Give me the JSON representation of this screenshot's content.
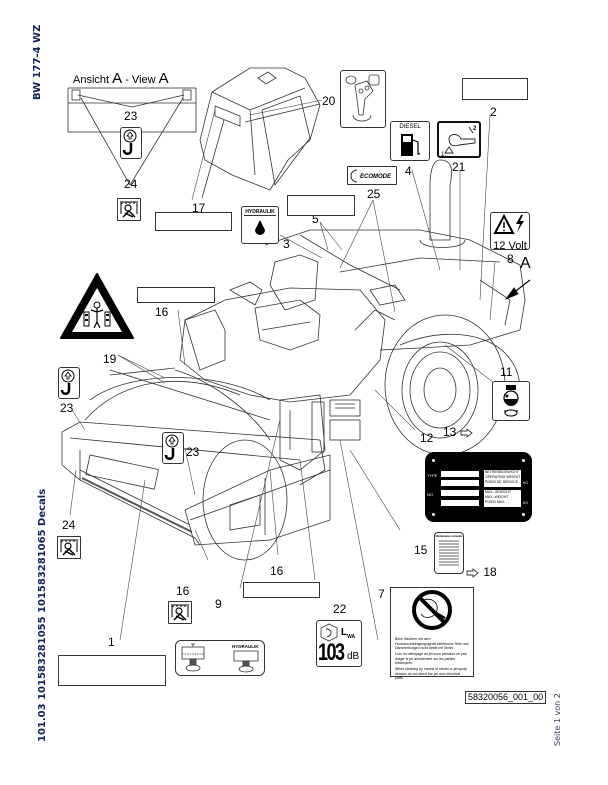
{
  "document": {
    "model_title": "BW 177-4 WZ",
    "side_label": "101.03 101583281055 101583281065 Decals",
    "drawing_number": "58320056_001_00",
    "page_label": "Seite 1 von 2",
    "view_title_prefix": "Ansicht ",
    "view_letter_1": "A",
    "view_title_mid": " - View ",
    "view_letter_2": "A"
  },
  "callouts": {
    "c1": "1",
    "c2": "2",
    "c3": "3",
    "c4": "4",
    "c5": "5",
    "c7": "7",
    "c8": "8",
    "c9": "9",
    "c11": "11",
    "c12": "12",
    "c13": "13",
    "c15": "15",
    "c16a": "16",
    "c16b": "16",
    "c16c": "16",
    "c17": "17",
    "c18": "18",
    "c19": "19",
    "c20": "20",
    "c21": "21",
    "c22": "22",
    "c23a": "23",
    "c23b": "23",
    "c23c": "23",
    "c24a": "24",
    "c24b": "24",
    "c25": "25",
    "view_arrow_label": "A"
  },
  "decals": {
    "diesel": {
      "label": "DIESEL",
      "icon": "fuel-pump-icon"
    },
    "hydraulik_tank": {
      "label": "HYDRAULIK",
      "icon": "oil-drop-icon"
    },
    "ecomode": {
      "label": "ECOMODE",
      "icon": "ecomode-icon"
    },
    "voltage": {
      "label": "12 Volt",
      "icon": "electric-warning-icon"
    },
    "noise": {
      "label_l": "L",
      "label_sub": "WA",
      "value": "103",
      "unit": "dB",
      "icon": "ear-protection-icon"
    },
    "hydraulik_level": {
      "label": "HYDRAULIK",
      "icon": "fluid-level-icon"
    },
    "lever": {
      "step1": "1.",
      "step2": "2",
      "icon": "lever-icon"
    },
    "type_plate": {
      "type_label": "TYPE",
      "no_label": "NO",
      "operating_weight": [
        "BETRIEBSGEWICHT",
        "OPERATING WEIGHT",
        "POIDS DE SERVICE"
      ],
      "max_weight": [
        "MAX. GEWICHT",
        "MAX. WEIGHT",
        "POIDS MAX."
      ],
      "kg1": "KG",
      "kg2": "KG"
    },
    "cleaning_notice": {
      "icon": "no-high-pressure-cleaning-icon",
      "text_de": "Beim Säubern mit dem Hochdruckreinigungsgerät elektrische Teile und Dämmleitungen nicht direkt mit Strahl anwenden.",
      "text_fr": "Lors du nettoyage au jet sous pression ne pas diriger le jet directement sur les parties électriques.",
      "text_en": "When cleaning by means of steam or jet spray devices do not direct the jet onto electrical parts."
    },
    "lubrication_plan_title": "Maintenance schedule"
  },
  "colors": {
    "side_text": "#12225a",
    "line": "#333333",
    "ink": "#000000"
  }
}
